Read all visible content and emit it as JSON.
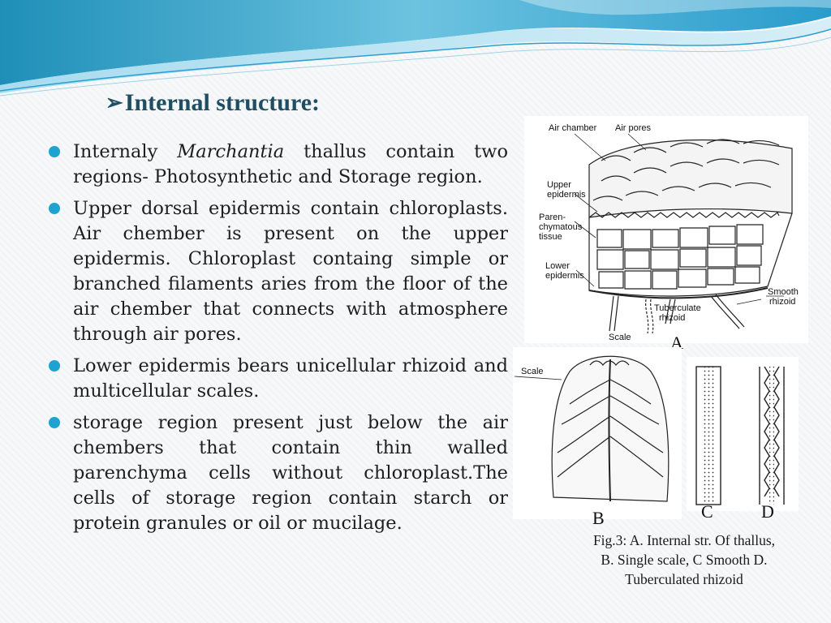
{
  "slide": {
    "title_arrow": "➢",
    "title": "Internal structure:",
    "bullets": [
      {
        "before": "Internaly ",
        "italic": "Marchantia",
        "after": " thallus contain two regions- Photosynthetic and Storage region."
      },
      {
        "text": "Upper dorsal epidermis contain chloroplasts. Air chember is present on the upper epidermis. Chloroplast containg simple or branched filaments aries from the floor of the air chember that connects with atmosphere through air pores."
      },
      {
        "text": "Lower epidermis bears unicellular rhizoid and multicellular scales."
      },
      {
        "text": " storage region present just below the air chembers that contain thin walled parenchyma cells without chloroplast.The cells of storage region contain starch or  protein granules or oil or mucilage."
      }
    ]
  },
  "figure": {
    "a_labels": {
      "air_chamber": "Air chamber",
      "air_pores": "Air pores",
      "upper_epidermis_1": "Upper",
      "upper_epidermis_2": "epidermis",
      "paren_1": "Paren-",
      "paren_2": "chymatous",
      "paren_3": "tissue",
      "lower_epidermis_1": "Lower",
      "lower_epidermis_2": "epidermis",
      "scale": "Scale",
      "tuberculate_1": "Tuberculate",
      "tuberculate_2": "rhizoid",
      "smooth_1": "Smooth",
      "smooth_2": "rhizoid"
    },
    "b_scale_label": "Scale",
    "letter_a": "A",
    "letter_b": "B",
    "letter_c": "C",
    "letter_d": "D",
    "caption_line1": "Fig.3: A. Internal str. Of thallus,",
    "caption_line2": "B. Single scale, C Smooth D.",
    "caption_line3": "Tuberculated  rhizoid"
  }
}
